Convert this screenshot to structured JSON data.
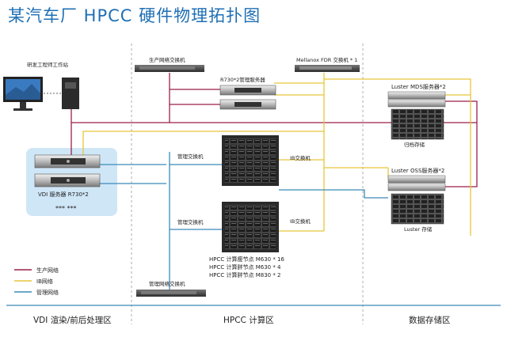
{
  "title": "某汽车厂 HPCC 硬件物理拓扑图",
  "labels": {
    "workstation": "研发工程师工作站",
    "prod_switch": "生产网络交换机",
    "mellanox": "Mellanox FDR 交换机 * 1",
    "r730_mgmt": "R730*2管理服务器",
    "mds": "Luster MDS服务器*2",
    "archive": "归档存储",
    "oss": "Luster OSS服务器*2",
    "luster_storage": "Luster 存储",
    "mgmt_switch_1": "管理交换机",
    "mgmt_switch_2": "管理交换机",
    "ib_switch_1": "IB交换机",
    "ib_switch_2": "IB交换机",
    "vdi_server": "VDI 服务器 R730*2",
    "vdi_dots": "*** ***",
    "node_1": "HPCC  计算瘦节点 M630 * 16",
    "node_2": "HPCC  计算胖节点 M630 * 4",
    "node_3": "HPCC  计算胖节点 M830 * 2",
    "mgmt_net_switch": "管理网络交换机"
  },
  "legend": [
    {
      "label": "生产网络",
      "color": "#9b1f4a"
    },
    {
      "label": "IB网络",
      "color": "#e7c53a"
    },
    {
      "label": "管理网络",
      "color": "#3b8bb8"
    }
  ],
  "zones": [
    {
      "label": "VDI 渲染/前后处理区"
    },
    {
      "label": "HPCC 计算区"
    },
    {
      "label": "数据存储区"
    }
  ],
  "colors": {
    "title": "#1f6fb4",
    "production": "#9b1f4a",
    "ib": "#e7c53a",
    "management": "#3b8bb8",
    "vdi_bg": "#cfe6f7",
    "zone_divider": "#999999"
  }
}
